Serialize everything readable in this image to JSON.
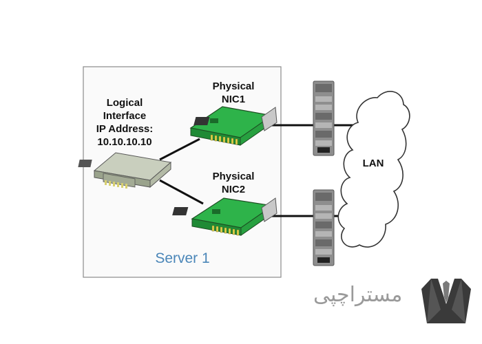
{
  "server": {
    "label": "Server 1"
  },
  "logical": {
    "line1": "Logical",
    "line2": "Interface",
    "line3": "IP Address:",
    "line4": "10.10.10.10"
  },
  "nic1": {
    "line1": "Physical",
    "line2": "NIC1"
  },
  "nic2": {
    "line1": "Physical",
    "line2": "NIC2"
  },
  "network": {
    "label": "LAN"
  },
  "watermark": {
    "text": "مستراچپی",
    "icon": "suit-logo-icon"
  },
  "colors": {
    "card_green": "#2eb34a",
    "card_gray": "#a8b39a",
    "server_text": "#4a86b8",
    "switch_gray": "#8e8e8e"
  }
}
